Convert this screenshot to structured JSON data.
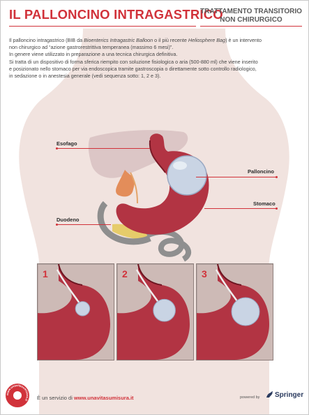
{
  "header": {
    "title": "IL PALLONCINO INTRAGASTRICO",
    "subtitle_line1": "TRATTAMENTO TRANSITORIO",
    "subtitle_line2": "NON CHIRURGICO"
  },
  "intro": {
    "line1_a": "Il palloncino intragastrico (BIB da ",
    "line1_b": "Bioenterics Intragastric Balloon",
    "line1_c": " o il più recente ",
    "line1_d": "Heliosphere Bag",
    "line1_e": ") è un intervento",
    "line2": "non chirurgico ad “azione gastrorestrittiva temperanea (massimo 6 mesi)”.",
    "line3": "In genere viene utilizzato in preparazione a una tecnica chirurgica definitiva.",
    "line4": "Si tratta di un dispositivo di forma sferica riempito con soluzione fisiologica o aria (500-880 ml) che viene inserito",
    "line5": "e posizionato nello stomaco per via endoscopica tramite gastroscopia o direttamente sotto controllo radiologico,",
    "line6": "in sedazione o in anestesia generale (vedi sequenza sotto: 1, 2 e 3)."
  },
  "labels": {
    "esofago": "Esofago",
    "palloncino": "Palloncino",
    "stomaco": "Stomaco",
    "duodeno": "Duodeno"
  },
  "steps": [
    {
      "number": "1",
      "balloon_fill": 0.3
    },
    {
      "number": "2",
      "balloon_fill": 0.7
    },
    {
      "number": "3",
      "balloon_fill": 1.0
    }
  ],
  "footer": {
    "service_prefix": "È un servizio di ",
    "service_link": "www.unavitasumisura.it",
    "badge_text": "www.unavitasumisura.it",
    "powered_by": "powered by",
    "brand": "Springer"
  },
  "colors": {
    "accent": "#d1323a",
    "stomach": "#b23443",
    "stomach_dark": "#7a1a27",
    "body_silhouette": "#f1e3df",
    "liver": "#dcc6c6",
    "panel_bg": "#cdbab6",
    "balloon": "#c9d4e4"
  }
}
